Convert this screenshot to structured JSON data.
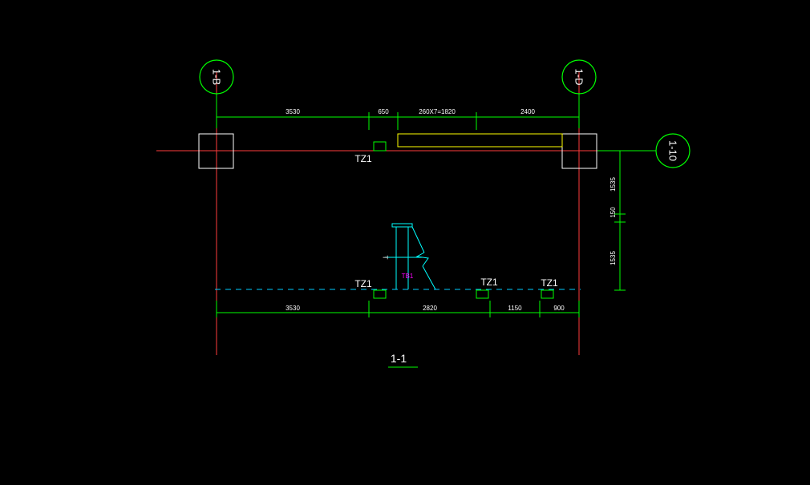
{
  "colors": {
    "background": "#000000",
    "axis_line": "#ff3b3b",
    "dimension": "#00ff00",
    "outline": "#ffffff",
    "landing_slab": "#ffff00",
    "stair": "#00ffff",
    "stair_label": "#ff00ff",
    "dashed_floor": "#00ccff"
  },
  "grid_axes": {
    "left": "1-B",
    "right": "1-D",
    "side": "1-10"
  },
  "top_dimensions": [
    "3530",
    "650",
    "260X7=1820",
    "2400"
  ],
  "bottom_dimensions": [
    "3530",
    "2820",
    "1150",
    "900"
  ],
  "right_dimensions": [
    "1535",
    "150",
    "1535"
  ],
  "labels": {
    "tz_top": "TZ1",
    "tz_bottom_1": "TZ1",
    "tz_bottom_2": "TZ1",
    "tz_bottom_3": "TZ1",
    "stair": "TB1",
    "stair_mark": "T"
  },
  "section_title": "1-1"
}
